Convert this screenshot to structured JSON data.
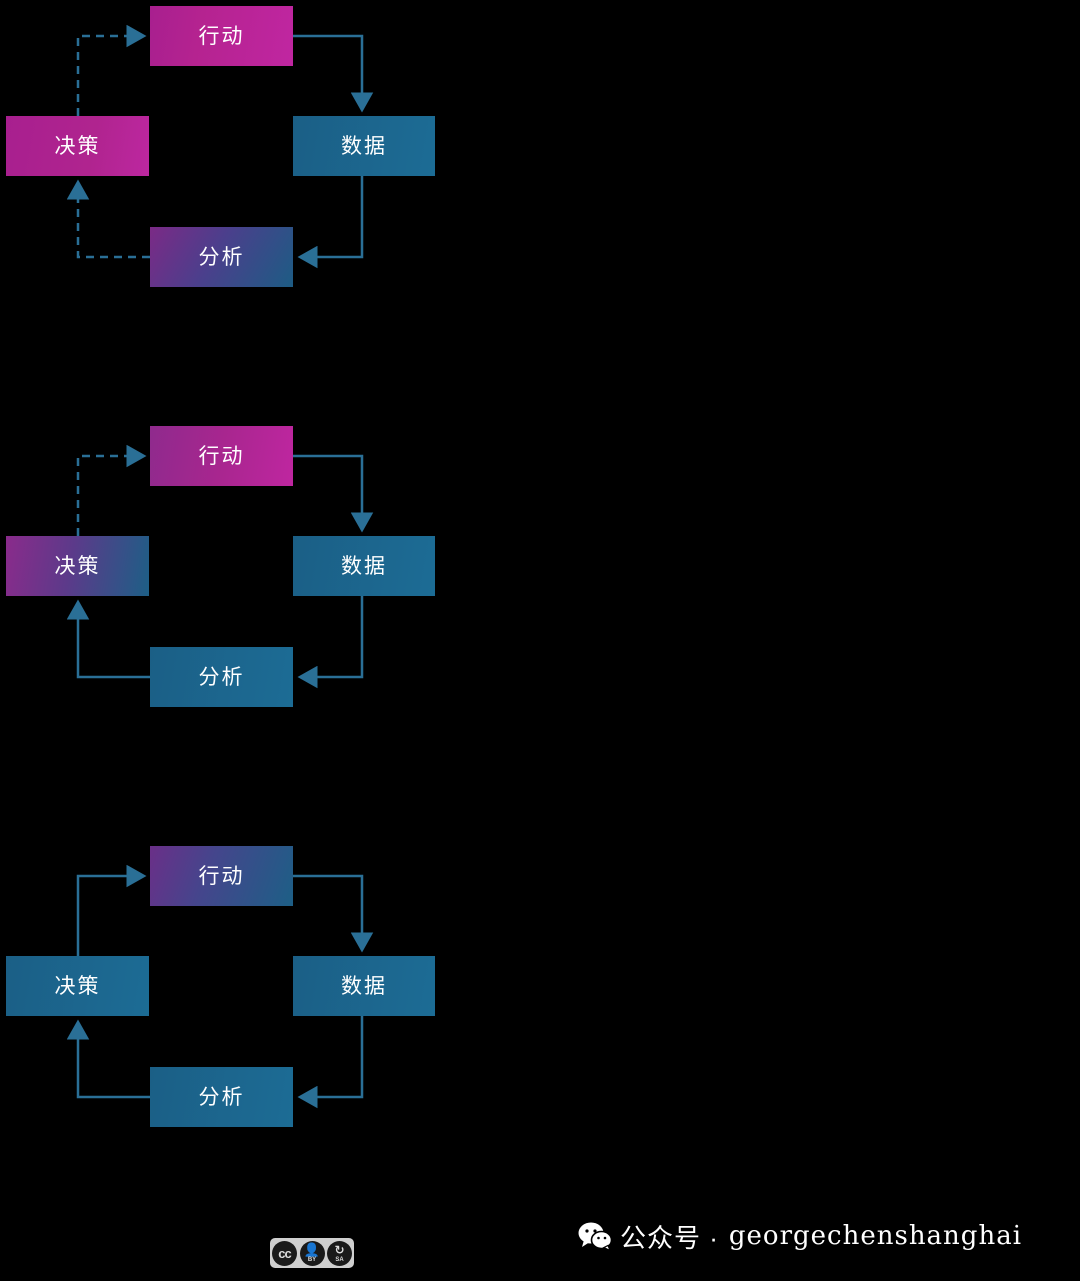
{
  "diagrams": [
    {
      "id": "cycle-1",
      "nodes": {
        "action": "行动",
        "decision": "决策",
        "data": "数据",
        "analysis": "分析"
      },
      "edges": [
        {
          "from": "action",
          "to": "data",
          "style": "solid"
        },
        {
          "from": "data",
          "to": "analysis",
          "style": "solid"
        },
        {
          "from": "analysis",
          "to": "decision",
          "style": "dashed"
        },
        {
          "from": "decision",
          "to": "action",
          "style": "dashed"
        }
      ],
      "accent": "#bf26a0"
    },
    {
      "id": "cycle-2",
      "nodes": {
        "action": "行动",
        "decision": "决策",
        "data": "数据",
        "analysis": "分析"
      },
      "edges": [
        {
          "from": "action",
          "to": "data",
          "style": "solid"
        },
        {
          "from": "data",
          "to": "analysis",
          "style": "solid"
        },
        {
          "from": "analysis",
          "to": "decision",
          "style": "solid"
        },
        {
          "from": "decision",
          "to": "action",
          "style": "dashed"
        }
      ],
      "accent": "#8a2b8b"
    },
    {
      "id": "cycle-3",
      "nodes": {
        "action": "行动",
        "decision": "决策",
        "data": "数据",
        "analysis": "分析"
      },
      "edges": [
        {
          "from": "action",
          "to": "data",
          "style": "solid"
        },
        {
          "from": "data",
          "to": "analysis",
          "style": "solid"
        },
        {
          "from": "analysis",
          "to": "decision",
          "style": "solid"
        },
        {
          "from": "decision",
          "to": "action",
          "style": "solid"
        }
      ],
      "accent": "#1d5f86"
    }
  ],
  "footer": {
    "license": {
      "mark": "cc",
      "by": "BY",
      "sa": "SA"
    },
    "wechat_prefix": "公众号 ·",
    "wechat_handle": "georgechenshanghai"
  },
  "colors": {
    "background": "#000000",
    "arrow": "#2a6f96",
    "node_blue": "#1c6c95",
    "node_magenta": "#bf26a0",
    "text": "#ffffff"
  }
}
